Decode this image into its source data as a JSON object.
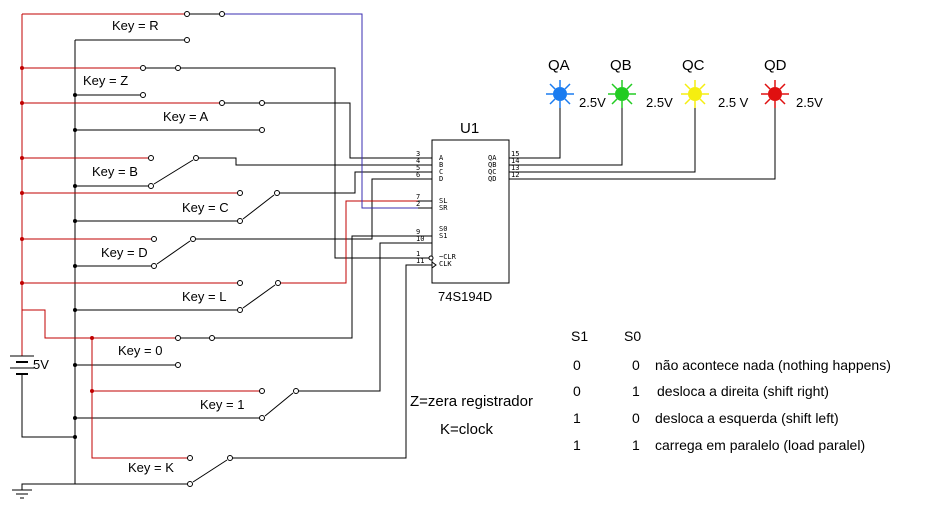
{
  "colors": {
    "wire": "#000000",
    "power_wire": "#c00000",
    "sr_wire": "#3a2cb0",
    "led_qa": "#1a7cf0",
    "led_qb": "#22cc22",
    "led_qc": "#f5ee10",
    "led_qd": "#e01010"
  },
  "switches": {
    "r": "Key = R",
    "z": "Key = Z",
    "a": "Key = A",
    "b": "Key = B",
    "c": "Key = C",
    "d": "Key = D",
    "l": "Key = L",
    "zero": "Key = 0",
    "one": "Key = 1",
    "k": "Key = K"
  },
  "chip": {
    "ref": "U1",
    "part": "74S194D",
    "left_pins": [
      {
        "num": "3",
        "name": "A"
      },
      {
        "num": "4",
        "name": "B"
      },
      {
        "num": "5",
        "name": "C"
      },
      {
        "num": "6",
        "name": "D"
      },
      {
        "num": "7",
        "name": "SL"
      },
      {
        "num": "2",
        "name": "SR"
      },
      {
        "num": "9",
        "name": "S0"
      },
      {
        "num": "10",
        "name": "S1"
      },
      {
        "num": "1",
        "name": "~CLR"
      },
      {
        "num": "11",
        "name": "CLK"
      }
    ],
    "right_pins": [
      {
        "num": "15",
        "name": "QA"
      },
      {
        "num": "14",
        "name": "QB"
      },
      {
        "num": "13",
        "name": "QC"
      },
      {
        "num": "12",
        "name": "QD"
      }
    ]
  },
  "leds": [
    {
      "name": "QA",
      "voltage": "2.5V"
    },
    {
      "name": "QB",
      "voltage": "2.5V"
    },
    {
      "name": "QC",
      "voltage": "2.5 V"
    },
    {
      "name": "QD",
      "voltage": "2.5V"
    }
  ],
  "battery": "5V",
  "notes": {
    "z": "Z=zera registrador",
    "k": "K=clock"
  },
  "table": {
    "headers": [
      "S1",
      "S0"
    ],
    "rows": [
      {
        "s1": "0",
        "s0": "0",
        "desc": "não acontece nada (nothing happens)"
      },
      {
        "s1": "0",
        "s0": "1",
        "desc": "desloca a direita (shift right)"
      },
      {
        "s1": "1",
        "s0": "0",
        "desc": "desloca a esquerda (shift left)"
      },
      {
        "s1": "1",
        "s0": "1",
        "desc": "carrega em paralelo (load paralel)"
      }
    ]
  }
}
